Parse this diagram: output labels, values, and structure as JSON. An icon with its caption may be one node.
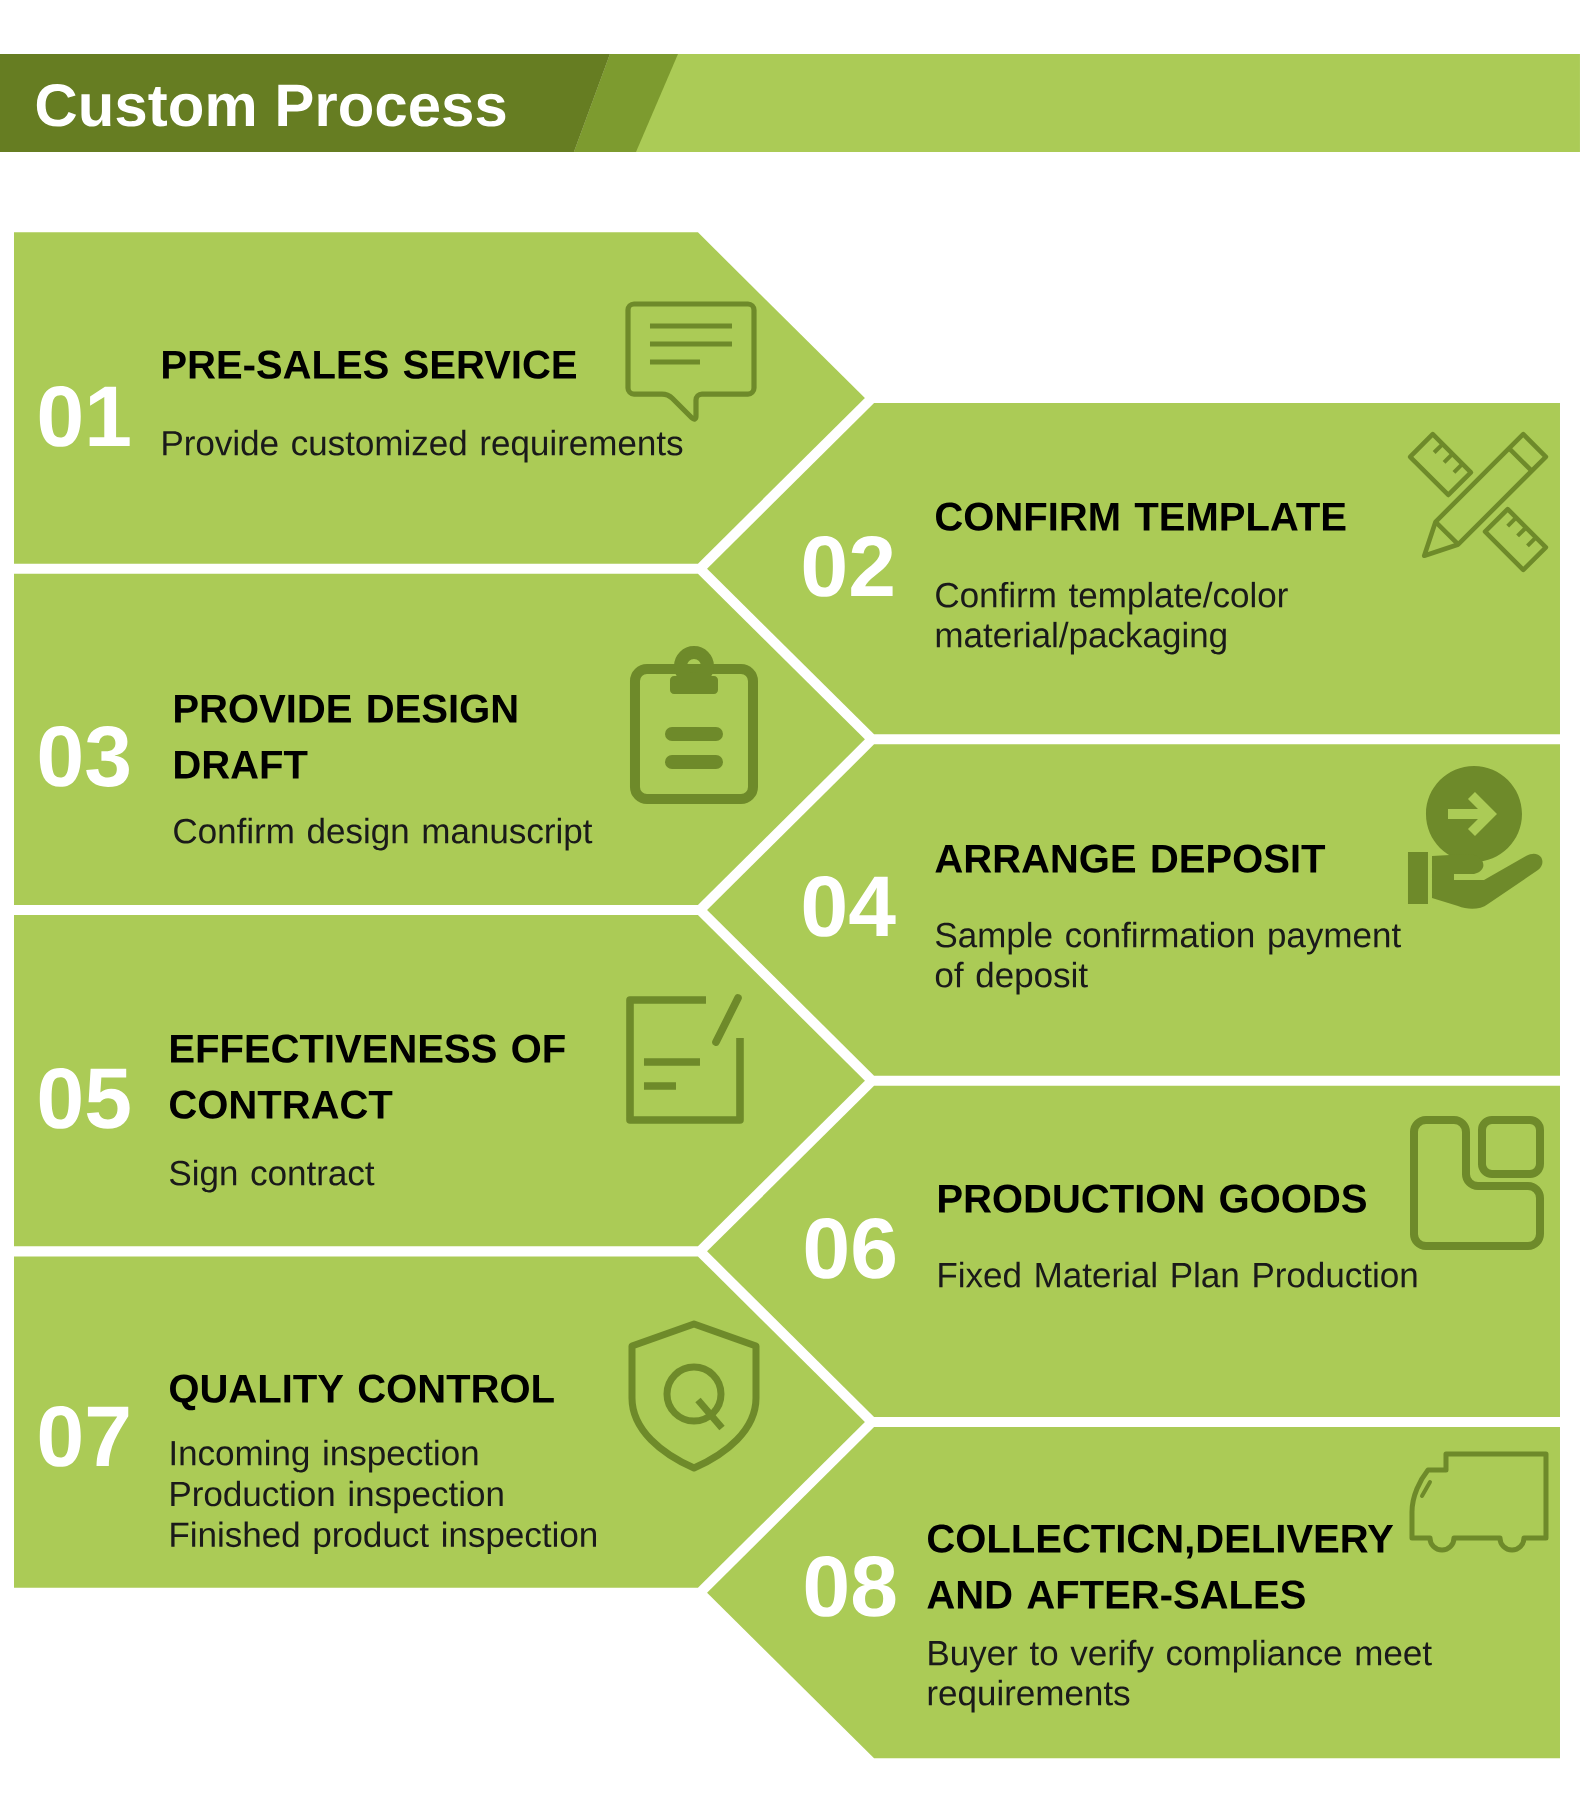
{
  "diagram": {
    "title": "Custom Process",
    "nodes": [
      {
        "text": [
          "01",
          "PRE-SALES SERVICE",
          "Provide customized requirements"
        ]
      },
      {
        "text": [
          "02",
          "CONFIRM TEMPLATE",
          "Confirm template/color material/packaging"
        ]
      },
      {
        "text": [
          "03",
          "PROVIDE DESIGN DRAFT",
          "Confirm design manuscript"
        ]
      },
      {
        "text": [
          "04",
          "ARRANGE DEPOSIT",
          "Sample confirmation payment of deposit"
        ]
      },
      {
        "text": [
          "05",
          "EFFECTIVENESS OF CONTRACT",
          "Sign contract"
        ]
      },
      {
        "text": [
          "06",
          "PRODUCTION GOODS",
          "Fixed Material Plan Production"
        ]
      },
      {
        "text": [
          "07",
          "QUALITY CONTROL",
          "Incoming inspection",
          "Production inspection",
          "Finished product inspection"
        ]
      },
      {
        "text": [
          "08",
          "COLLECTICN,DELIVERY AND AFTER-SALES",
          "Buyer to verify compliance meet requirements"
        ]
      }
    ]
  }
}
